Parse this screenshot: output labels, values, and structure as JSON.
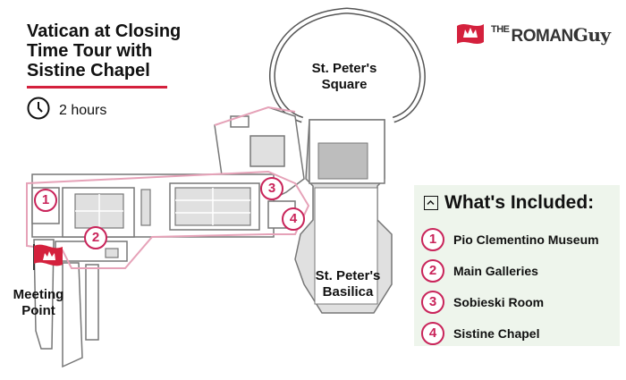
{
  "tour": {
    "title": "Vatican at Closing Time Tour with Sistine Chapel",
    "duration": "2 hours"
  },
  "brand": {
    "the": "THE",
    "roman": "ROMAN",
    "guy": "Guy",
    "accent": "#d4213d"
  },
  "map": {
    "square_label": "St. Peter's Square",
    "basilica_label": "St. Peter's Basilica",
    "meeting_label": "Meeting Point",
    "markers": [
      "1",
      "2",
      "3",
      "4"
    ]
  },
  "included": {
    "title": "What's Included:",
    "items": [
      {
        "num": "1",
        "label": "Pio Clementino Museum"
      },
      {
        "num": "2",
        "label": "Main Galleries"
      },
      {
        "num": "3",
        "label": "Sobieski Room"
      },
      {
        "num": "4",
        "label": "Sistine Chapel"
      }
    ]
  },
  "colors": {
    "marker": "#c9245a",
    "route": "#e6a2b8",
    "panel_bg": "#eef5ec"
  },
  "icons": {
    "duration": "clock-icon",
    "collapse": "collapse-icon",
    "meeting": "flag-icon",
    "brand": "brand-logo-icon"
  }
}
